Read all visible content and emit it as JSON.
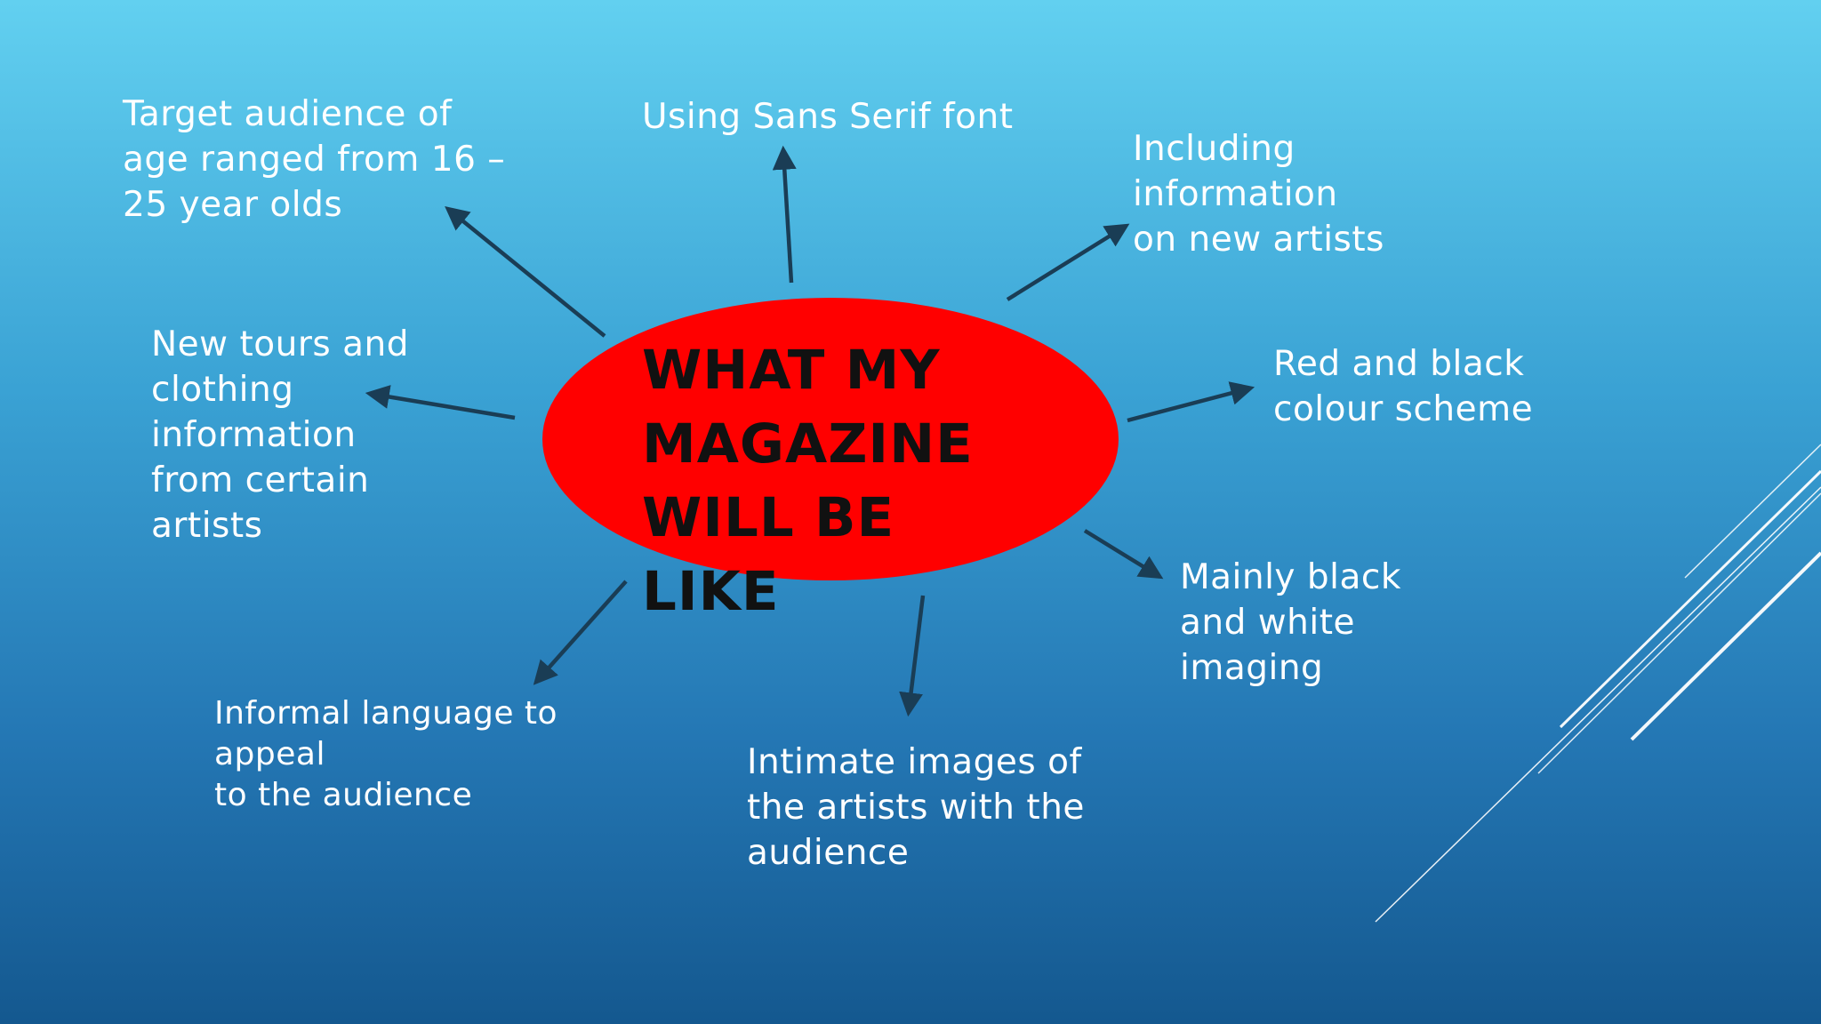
{
  "hub": {
    "title": "WHAT MY\nMAGAZINE\nWILL BE LIKE",
    "color": "#ff0000",
    "text_color": "#111111"
  },
  "nodes": [
    {
      "id": "target-audience",
      "text": "Target audience of\nage ranged from 16 –\n25 year olds"
    },
    {
      "id": "sans-serif-font",
      "text": "Using Sans Serif font"
    },
    {
      "id": "new-artists",
      "text": "Including\ninformation\non new artists"
    },
    {
      "id": "tours-clothing",
      "text": "New tours and\nclothing\ninformation\nfrom certain\nartists"
    },
    {
      "id": "colour-scheme",
      "text": "Red and black\ncolour scheme"
    },
    {
      "id": "black-white-imaging",
      "text": "Mainly black\nand white\nimaging"
    },
    {
      "id": "informal-language",
      "text": "Informal language to\nappeal\nto the audience"
    },
    {
      "id": "intimate-images",
      "text": "Intimate images of\nthe artists with the\naudience"
    }
  ],
  "colors": {
    "background_top": "#62d0f0",
    "background_bottom": "#14588f",
    "arrow": "#1a3d55",
    "text": "#ffffff",
    "decor_lines": "#ffffff"
  }
}
